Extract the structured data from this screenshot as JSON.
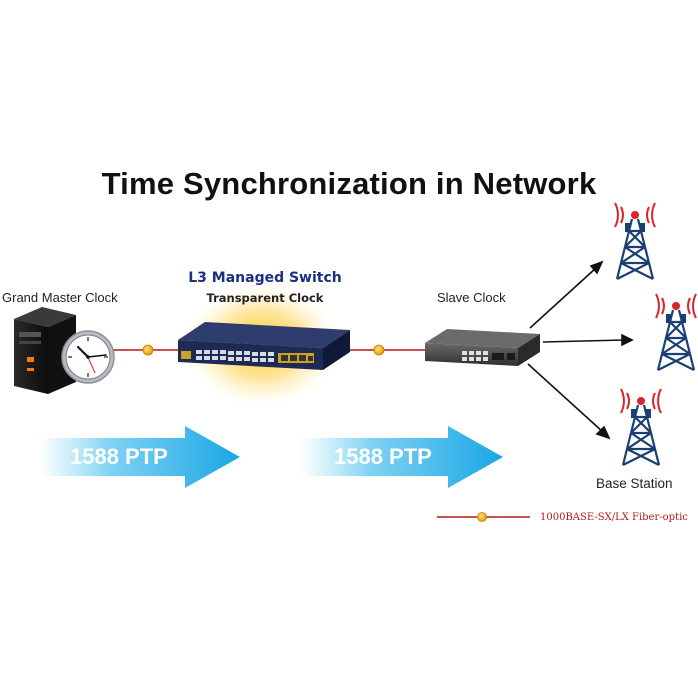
{
  "title": "Time Synchronization in Network",
  "grand_master": {
    "label": "Grand Master Clock"
  },
  "l3_switch": {
    "title": "L3 Managed Switch",
    "subtitle": "Transparent Clock"
  },
  "slave": {
    "label": "Slave Clock"
  },
  "base_station": {
    "label": "Base Station"
  },
  "arrows": [
    {
      "label": "1588 PTP"
    },
    {
      "label": "1588 PTP"
    }
  ],
  "legend": {
    "label": "1000BASE-SX/LX Fiber-optic"
  },
  "colors": {
    "fiber": "#b3171b",
    "connector": "#f5a800",
    "arrow": "#35b6ea",
    "switch_body": "#1e2a55",
    "glow": "#ffcc33",
    "tower": "#1b3f73",
    "signal": "#d9232d"
  }
}
